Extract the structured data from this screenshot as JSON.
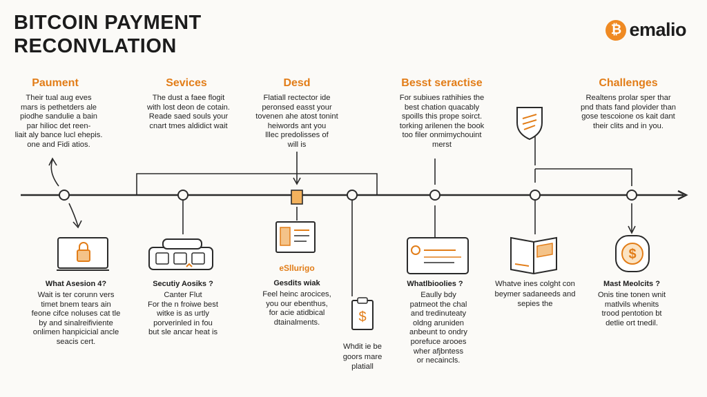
{
  "title": {
    "line1": "BITCOIN PAYMENT",
    "line2": "RECONVLATION"
  },
  "logo": {
    "glyph": "₿",
    "text": "emalio",
    "accent": "#ef8a23"
  },
  "columns": [
    {
      "heading": "Paument",
      "text": [
        "Their tual aug eves",
        "mars is pethetders ale",
        "piodhe sandulie a bain",
        "par hilioc det reen-",
        "liait aly bance lucl ehepis.",
        "one and Fidi atios."
      ]
    },
    {
      "heading": "Sevices",
      "text": [
        "The dust a faee flogit",
        "with lost deon de cotain.",
        "Reade saed souls your",
        "cnart tmes aldidict wait"
      ]
    },
    {
      "heading": "Desd",
      "text": [
        "Flatiall rectector ide",
        "peronsed easst your",
        "tovenen ahe atost tonint",
        "heiwords ant you",
        "lllec predolisses of",
        "will is"
      ]
    },
    {
      "heading": "Besst seractise",
      "text": [
        "For subiues rathihies the",
        "best chation quacably",
        "spoills this prope soirct.",
        "torking arilenen the book",
        "too filer onmimychouint",
        "merst"
      ]
    },
    {
      "heading": "Challenges",
      "text": [
        "Realtens prolar sper thar",
        "pnd thats fand plovider than",
        "gose tescoione os kait dant",
        "their clits and in you."
      ]
    }
  ],
  "bottom": [
    {
      "heading": "What Asesion 4?",
      "text": [
        "Wait is ter corunn vers",
        "timet bnem tears ain",
        "feone cifce noluses cat tle",
        "by and sinalreifiviente",
        "onlimen hanpicicial ancle",
        "seacis cert."
      ]
    },
    {
      "heading": "Secutiy Aosiks ?",
      "text": [
        "Canter Flut",
        "For the n froiwe best",
        "witke is as urtly",
        "porverinled in fou",
        "but sle ancar heat is"
      ]
    },
    {
      "label": "eSllurigo",
      "heading": "Gesdits wiak",
      "text": [
        "Feel heinc arocices,",
        "you our ebenthus,",
        "for acie atidbical",
        "dtainalments."
      ]
    },
    {
      "heading": "Whdit ie be",
      "text": [
        "goors mare",
        "platiall"
      ]
    },
    {
      "heading": "Whatlbioolies ?",
      "text": [
        "Eaully bdy",
        "patmeot the chal",
        "and tredinuteaty",
        "oldng aruniden",
        "anbeunt to ondry",
        "porefuce arooes",
        "wher afjbntess",
        "or necaincls."
      ]
    },
    {
      "heading": "Whatve ines colght con",
      "text": [
        "beymer sadaneeds and",
        "sepies the"
      ]
    },
    {
      "heading": "Mast Meolcits ?",
      "text": [
        "Onis tine tonen wnit",
        "matlvils whenits",
        "trood pentotion bt",
        "detlie ort tnedil."
      ]
    }
  ],
  "icons": {
    "dollar": "$",
    "bitcoin": "₿"
  }
}
